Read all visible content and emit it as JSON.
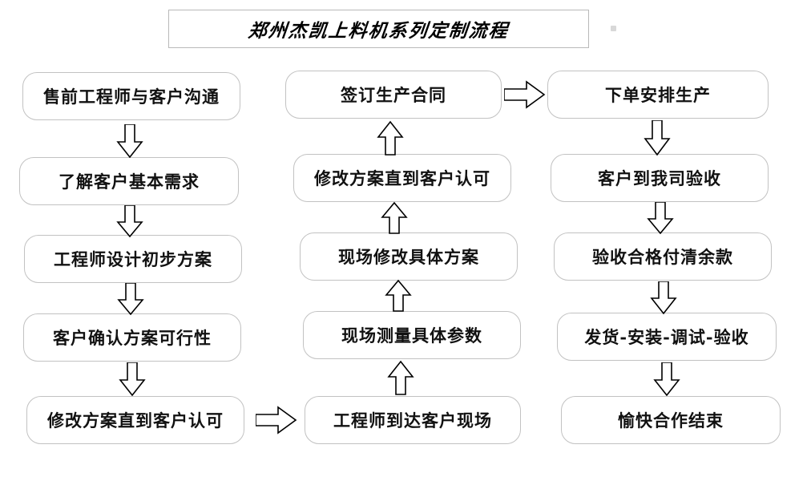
{
  "title": {
    "text": "郑州杰凯上料机系列定制流程"
  },
  "colors": {
    "box_border": "#c2c2c2",
    "title_border": "#b9b9b9",
    "text": "#111111",
    "arrow_stroke": "#000000",
    "background": "#ffffff"
  },
  "columns": [
    {
      "name": "left-column",
      "direction": "down",
      "nodes": [
        {
          "label": "售前工程师与客户沟通"
        },
        {
          "label": "了解客户基本需求"
        },
        {
          "label": "工程师设计初步方案"
        },
        {
          "label": "客户确认方案可行性"
        },
        {
          "label": "修改方案直到客户认可"
        }
      ]
    },
    {
      "name": "middle-column",
      "direction": "up",
      "nodes": [
        {
          "label": "签订生产合同"
        },
        {
          "label": "修改方案直到客户认可"
        },
        {
          "label": "现场修改具体方案"
        },
        {
          "label": "现场测量具体参数"
        },
        {
          "label": "工程师到达客户现场"
        }
      ]
    },
    {
      "name": "right-column",
      "direction": "down",
      "nodes": [
        {
          "label": "下单安排生产"
        },
        {
          "label": "客户到我司验收"
        },
        {
          "label": "验收合格付清余款"
        },
        {
          "label": "发货-安装-调试-验收"
        },
        {
          "label": "愉快合作结束"
        }
      ]
    }
  ],
  "connectors": {
    "left_down": [
      "down-arrow",
      "down-arrow",
      "down-arrow",
      "down-arrow"
    ],
    "middle_up": [
      "up-arrow",
      "up-arrow",
      "up-arrow",
      "up-arrow"
    ],
    "right_down": [
      "down-arrow",
      "down-arrow",
      "down-arrow",
      "down-arrow"
    ],
    "left_to_middle": "right-arrow",
    "middle_to_right": "right-arrow"
  }
}
